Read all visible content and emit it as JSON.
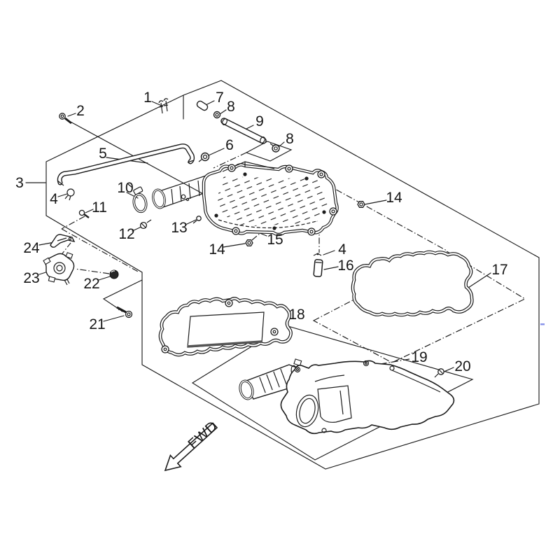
{
  "diagram": {
    "direction_label": "FWD",
    "callouts": {
      "c1": "1",
      "c2": "2",
      "c3": "3",
      "c4_left": "4",
      "c5": "5",
      "c6": "6",
      "c7": "7",
      "c8_top": "8",
      "c8_mid": "8",
      "c9": "9",
      "c10": "10",
      "c11": "11",
      "c12": "12",
      "c13": "13",
      "c14_left": "14",
      "c14_right": "14",
      "c15": "15",
      "c16": "16",
      "c4_right": "4",
      "c17": "17",
      "c18": "18",
      "c19": "19",
      "c20": "20",
      "c21": "21",
      "c22": "22",
      "c23": "23",
      "c24": "24"
    },
    "colors": {
      "background": "#ffffff",
      "line": "#1c1c1c",
      "artifact_blue": "#8a94ea"
    }
  }
}
